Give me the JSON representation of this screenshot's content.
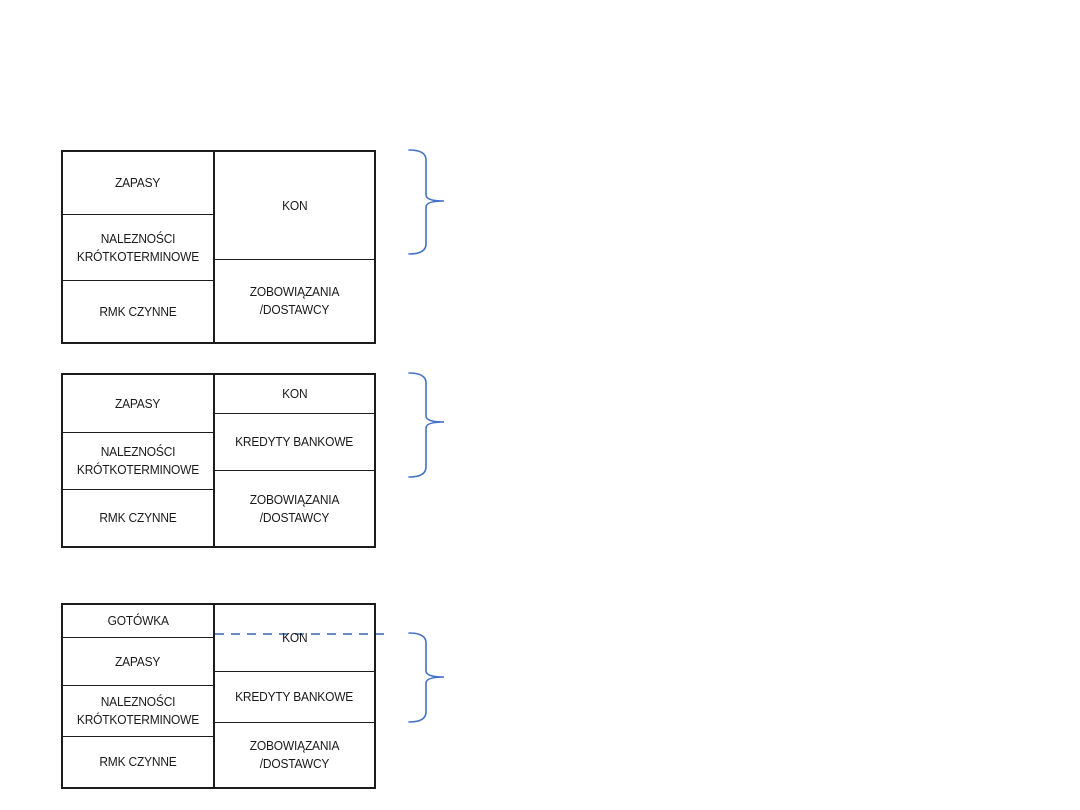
{
  "colors": {
    "box_line": "#1c1c1c",
    "brace_blue": "#4472c4",
    "dash_blue": "#4f81bd",
    "background": "#ffffff"
  },
  "diagrams": [
    {
      "title": "variant-1",
      "left": [
        {
          "label": "ZAPASY"
        },
        {
          "label": "NALEZNOŚCI KRÓTKOTERMINOWE"
        },
        {
          "label": "RMK CZYNNE"
        }
      ],
      "right": [
        {
          "label": "KON"
        },
        {
          "label": "ZOBOWIĄZANIA /DOSTAWCY"
        }
      ]
    },
    {
      "title": "variant-2",
      "left": [
        {
          "label": "ZAPASY"
        },
        {
          "label": "NALEZNOŚCI KRÓTKOTERMINOWE"
        },
        {
          "label": "RMK CZYNNE"
        }
      ],
      "right": [
        {
          "label": "KON"
        },
        {
          "label": "KREDYTY BANKOWE"
        },
        {
          "label": "ZOBOWIĄZANIA /DOSTAWCY"
        }
      ]
    },
    {
      "title": "variant-3",
      "left": [
        {
          "label": "GOTÓWKA"
        },
        {
          "label": "ZAPASY"
        },
        {
          "label": "NALEZNOŚCI KRÓTKOTERMINOWE"
        },
        {
          "label": "RMK CZYNNE"
        }
      ],
      "right": [
        {
          "label": "KON"
        },
        {
          "label": "KREDYTY BANKOWE"
        },
        {
          "label": "ZOBOWIĄZANIA /DOSTAWCY"
        }
      ]
    }
  ]
}
